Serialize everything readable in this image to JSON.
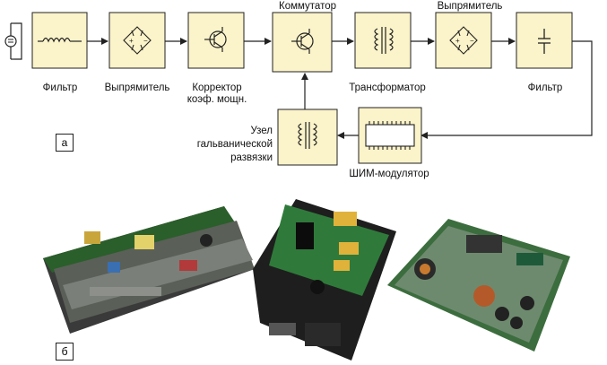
{
  "diagram": {
    "labels": {
      "filter_in": "Фильтр",
      "rectifier_in": "Выпрямитель",
      "pfc_line1": "Корректор",
      "pfc_line2": "коэф. мощн.",
      "switch": "Коммутатор",
      "transformer": "Трансформатор",
      "rectifier_out": "Выпрямитель",
      "filter_out": "Фильтр",
      "isolation_line1": "Узел",
      "isolation_line2": "гальванической",
      "isolation_line3": "развязки",
      "pwm": "ШИМ-модулятор"
    },
    "panel_tag": "а",
    "colors": {
      "block_fill": "#fbf3c9",
      "block_border": "#222222",
      "line": "#222222"
    },
    "icons": [
      "ac-source-icon",
      "inductor-icon",
      "diode-bridge-icon",
      "transistor-icon",
      "transformer-icon",
      "capacitor-icon",
      "chip-icon"
    ]
  },
  "photos": {
    "panel_tag": "б",
    "items": [
      "power-supply-photo-1",
      "power-supply-photo-2",
      "power-supply-photo-3"
    ]
  }
}
